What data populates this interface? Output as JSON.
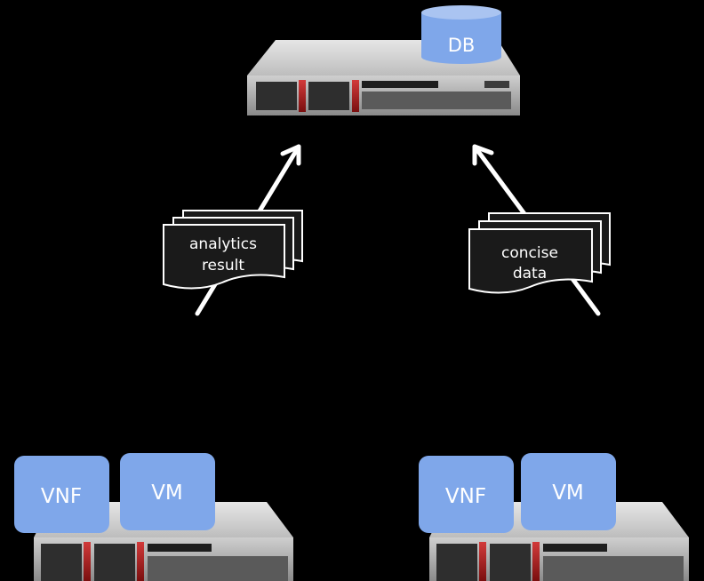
{
  "database": {
    "label": "DB",
    "color": "#7fa7ea"
  },
  "flows": [
    {
      "label_line1": "analytics",
      "label_line2": "result"
    },
    {
      "label_line1": "concise",
      "label_line2": "data"
    }
  ],
  "hosts": [
    {
      "vnf_label": "VNF",
      "vm_label": "VM"
    },
    {
      "vnf_label": "VNF",
      "vm_label": "VM"
    }
  ],
  "colors": {
    "background": "#000000",
    "box": "#7fa7ea",
    "arrow": "#ffffff",
    "document_fill": "#1a1a1a",
    "server_light": "#d8d8d8",
    "server_dark": "#3a3a3a",
    "server_accent": "#a01818"
  }
}
